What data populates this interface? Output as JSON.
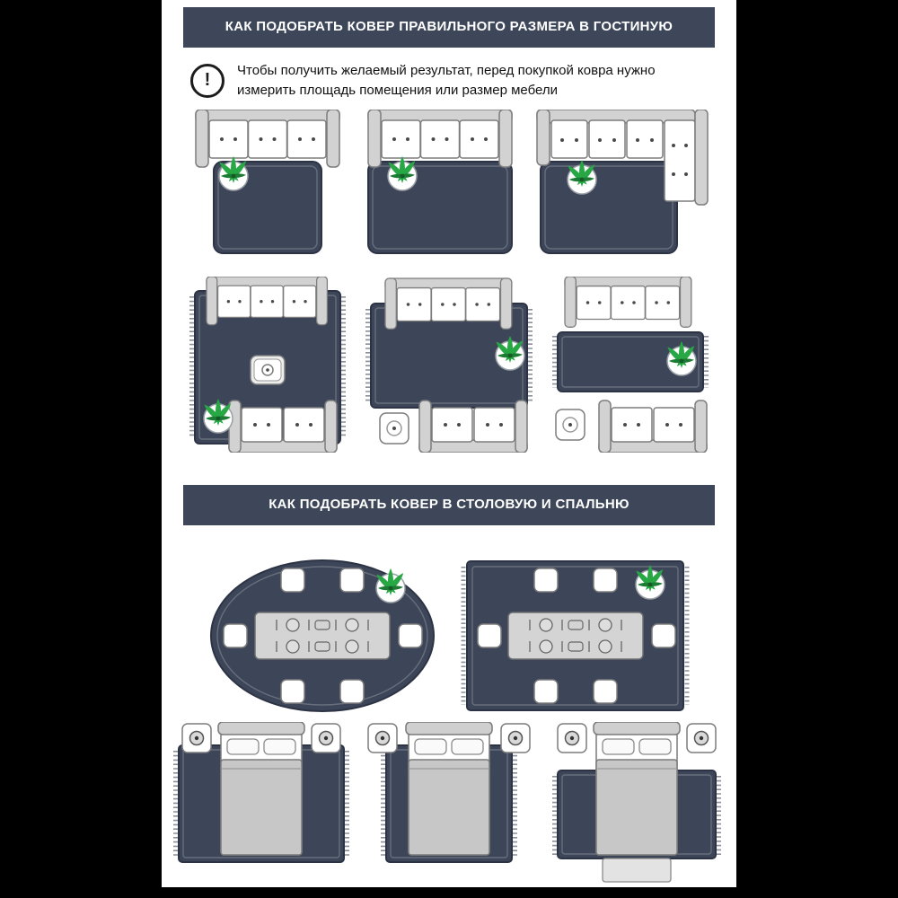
{
  "sections": {
    "living": {
      "title": "КАК ПОДОБРАТЬ КОВЕР ПРАВИЛЬНОГО РАЗМЕРА В ГОСТИНУЮ"
    },
    "dining_bedroom": {
      "title": "КАК ПОДОБРАТЬ КОВЕР В СТОЛОВУЮ И СПАЛЬНЮ"
    }
  },
  "note": {
    "icon_glyph": "!",
    "text": "Чтобы получить желаемый результат, перед покупкой ковра нужно измерить площадь помещения или размер мебели"
  },
  "colors": {
    "header_bg": "#3d4759",
    "rug": "#3d4659",
    "sofa": "#d2d2d2",
    "plant_green": "#28a745",
    "content_bg": "#ffffff",
    "frame_bg": "#000000"
  }
}
